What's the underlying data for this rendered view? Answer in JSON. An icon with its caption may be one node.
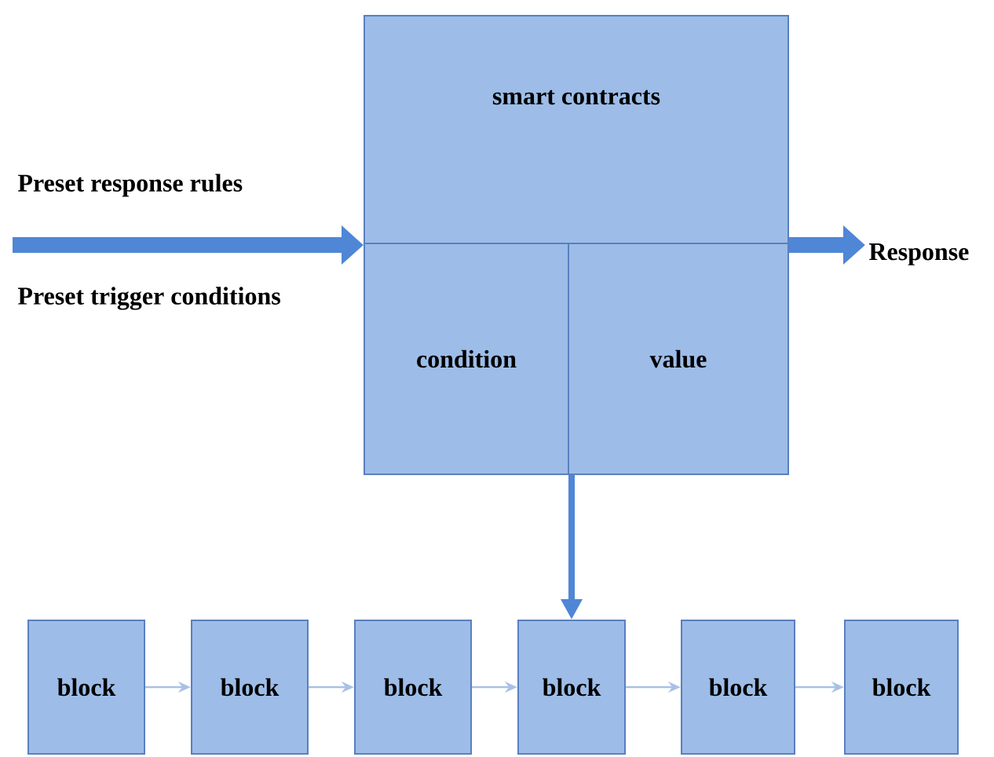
{
  "diagram": {
    "nodes": [
      {
        "text": [
          "smart contracts"
        ]
      },
      {
        "text": [
          "condition"
        ],
        "in": 0
      },
      {
        "text": [
          "value"
        ],
        "in": 0
      },
      {
        "text": [
          "Response"
        ]
      },
      {
        "text": [
          "block"
        ]
      },
      {
        "text": [
          "block"
        ]
      },
      {
        "text": [
          "block"
        ]
      },
      {
        "text": [
          "block"
        ]
      },
      {
        "text": [
          "block"
        ]
      },
      {
        "text": [
          "block"
        ]
      }
    ],
    "edges": [
      {
        "from": null,
        "to": 0,
        "arrow": "to",
        "label": "Preset response rules",
        "style": "thick",
        "color": "#4f86d6"
      },
      {
        "from": 0,
        "to": 3,
        "arrow": "to",
        "style": "thick",
        "color": "#4f86d6"
      },
      {
        "from": 0,
        "to": 7,
        "arrow": "to",
        "style": "thick",
        "color": "#4f86d6"
      },
      {
        "from": 4,
        "to": 5,
        "arrow": "to"
      },
      {
        "from": 5,
        "to": 6,
        "arrow": "to"
      },
      {
        "from": 6,
        "to": 7,
        "arrow": "to"
      },
      {
        "from": 7,
        "to": 8,
        "arrow": "to"
      },
      {
        "from": 8,
        "to": 9,
        "arrow": "to"
      }
    ],
    "labels": [
      "Preset trigger conditions"
    ]
  }
}
